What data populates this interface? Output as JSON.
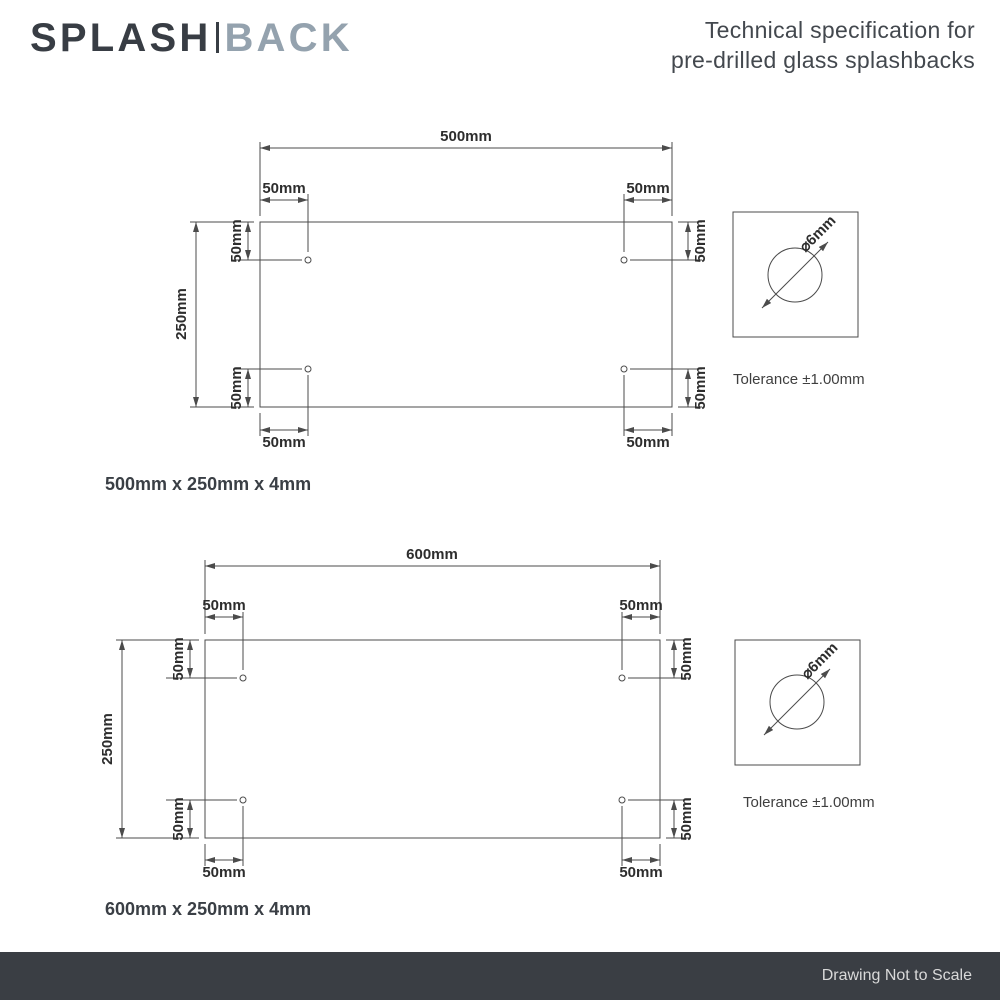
{
  "logo": {
    "part1": "SPLASH",
    "part2": "BACK"
  },
  "header": {
    "title_line1": "Technical specification for",
    "title_line2": "pre-drilled glass splashbacks"
  },
  "drawings": [
    {
      "width_label": "500mm",
      "height_label": "250mm",
      "hole_offset_label": "50mm",
      "caption": "500mm x 250mm x 4mm",
      "detail": {
        "diameter_label": "⌀6mm",
        "tolerance_label": "Tolerance ±1.00mm"
      }
    },
    {
      "width_label": "600mm",
      "height_label": "250mm",
      "hole_offset_label": "50mm",
      "caption": "600mm x 250mm x 4mm",
      "detail": {
        "diameter_label": "⌀6mm",
        "tolerance_label": "Tolerance ±1.00mm"
      }
    }
  ],
  "footer": {
    "note": "Drawing Not to Scale"
  },
  "colors": {
    "logo_dark": "#383d44",
    "logo_slate": "#94a2ae",
    "line_ink": "#4b4b4b",
    "footer_bg": "#3a3e44"
  }
}
